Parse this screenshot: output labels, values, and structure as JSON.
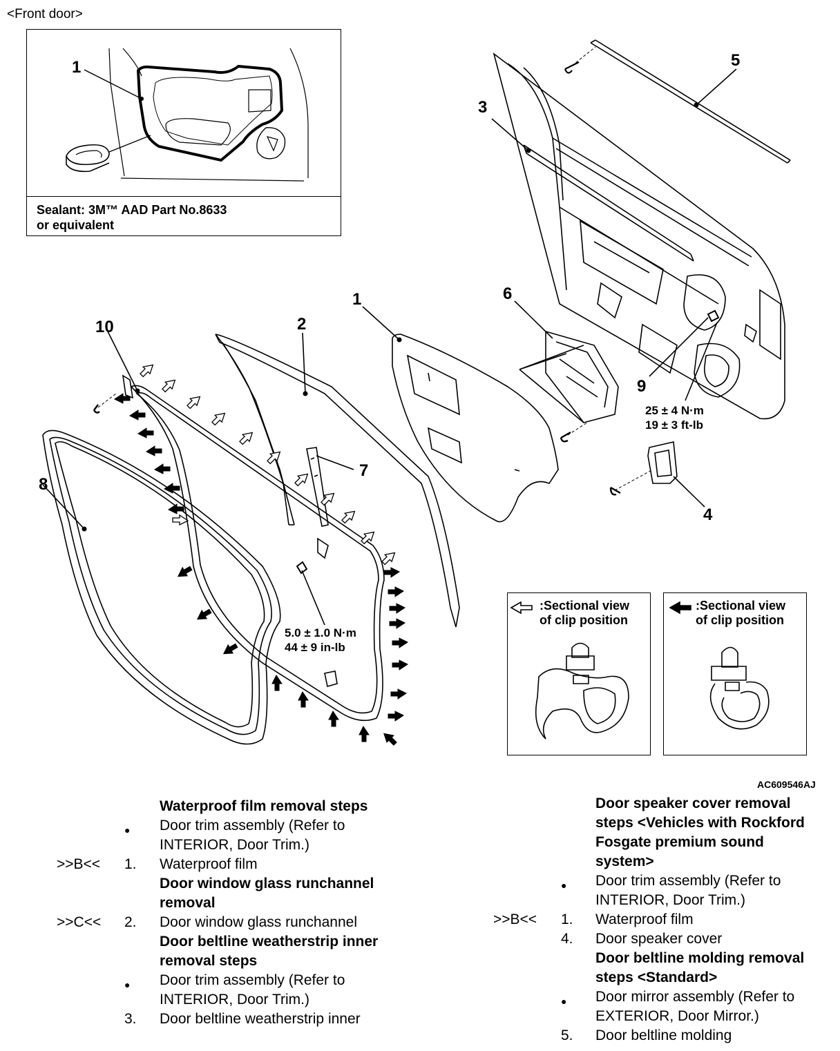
{
  "header": {
    "section_title": "<Front door>"
  },
  "sealant_panel": {
    "callout": "1",
    "note_line1": "Sealant: 3M™ AAD Part No.8633",
    "note_line2": "or equivalent"
  },
  "callouts": {
    "c1": "1",
    "c2": "2",
    "c3": "3",
    "c4": "4",
    "c5": "5",
    "c6": "6",
    "c7": "7",
    "c8": "8",
    "c9": "9",
    "c10": "10"
  },
  "torques": {
    "speaker_bolt_nm": "25 ± 4 N·m",
    "speaker_bolt_ftlb": "19 ± 3 ft-lb",
    "runchannel_bolt_nm": "5.0 ± 1.0 N·m",
    "runchannel_bolt_inlb": "44 ± 9 in-lb"
  },
  "legends": {
    "open_arrow_line1": ":Sectional view",
    "open_arrow_line2": "of clip position",
    "solid_arrow_line1": ":Sectional view",
    "solid_arrow_line2": "of clip position"
  },
  "figure_code": "AC609546AJ",
  "left_steps": [
    {
      "marker": "",
      "num": "",
      "text": "Waterproof film removal steps",
      "heading": true
    },
    {
      "marker": "",
      "num": "●",
      "text": "Door trim assembly (Refer to",
      "heading": false
    },
    {
      "marker": "",
      "num": "",
      "text": "INTERIOR, Door Trim.)",
      "heading": false
    },
    {
      "marker": ">>B<<",
      "num": "1.",
      "text": "Waterproof film",
      "heading": false
    },
    {
      "marker": "",
      "num": "",
      "text": "Door window glass runchannel",
      "heading": true
    },
    {
      "marker": "",
      "num": "",
      "text": "removal",
      "heading": true
    },
    {
      "marker": ">>C<<",
      "num": "2.",
      "text": "Door window glass runchannel",
      "heading": false
    },
    {
      "marker": "",
      "num": "",
      "text": "Door beltline weatherstrip inner",
      "heading": true
    },
    {
      "marker": "",
      "num": "",
      "text": "removal steps",
      "heading": true
    },
    {
      "marker": "",
      "num": "●",
      "text": "Door trim assembly (Refer to",
      "heading": false
    },
    {
      "marker": "",
      "num": "",
      "text": "INTERIOR, Door Trim.)",
      "heading": false
    },
    {
      "marker": "",
      "num": "3.",
      "text": "Door beltline weatherstrip inner",
      "heading": false
    }
  ],
  "right_steps": [
    {
      "marker": "",
      "num": "",
      "text": "Door speaker cover removal",
      "heading": true
    },
    {
      "marker": "",
      "num": "",
      "text": "steps <Vehicles with Rockford",
      "heading": true
    },
    {
      "marker": "",
      "num": "",
      "text": "Fosgate premium sound",
      "heading": true
    },
    {
      "marker": "",
      "num": "",
      "text": "system>",
      "heading": true
    },
    {
      "marker": "",
      "num": "●",
      "text": "Door trim assembly (Refer to",
      "heading": false
    },
    {
      "marker": "",
      "num": "",
      "text": "INTERIOR, Door Trim.)",
      "heading": false
    },
    {
      "marker": ">>B<<",
      "num": "1.",
      "text": "Waterproof film",
      "heading": false
    },
    {
      "marker": "",
      "num": "4.",
      "text": "Door speaker cover",
      "heading": false
    },
    {
      "marker": "",
      "num": "",
      "text": "Door beltline molding removal",
      "heading": true
    },
    {
      "marker": "",
      "num": "",
      "text": "steps <Standard>",
      "heading": true
    },
    {
      "marker": "",
      "num": "●",
      "text": "Door mirror assembly (Refer to",
      "heading": false
    },
    {
      "marker": "",
      "num": "",
      "text": "EXTERIOR, Door Mirror.)",
      "heading": false
    },
    {
      "marker": "",
      "num": "5.",
      "text": "Door beltline molding",
      "heading": false
    }
  ]
}
